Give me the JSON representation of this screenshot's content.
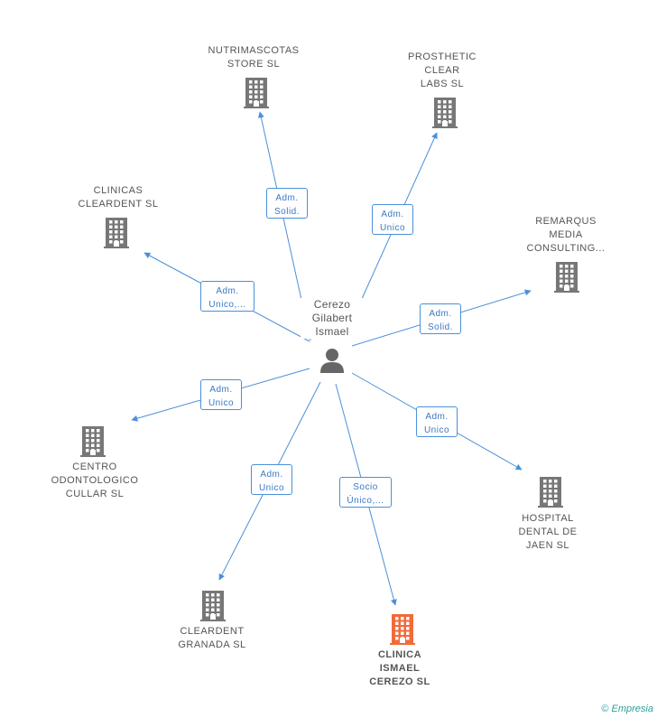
{
  "center": {
    "label": "Cerezo\nGilabert\nIsmael",
    "icon": "person-icon"
  },
  "nodes": [
    {
      "id": "nutrimascotas",
      "label": "NUTRIMASCOTAS\nSTORE SL",
      "icon": "building-icon"
    },
    {
      "id": "prosthetic",
      "label": "PROSTHETIC\nCLEAR\nLABS SL",
      "icon": "building-icon"
    },
    {
      "id": "clinicas-cleardent",
      "label": "CLINICAS\nCLEARDENT SL",
      "icon": "building-icon"
    },
    {
      "id": "remarqus",
      "label": "REMARQUS\nMEDIA\nCONSULTING...",
      "icon": "building-icon"
    },
    {
      "id": "centro-odontologico",
      "label": "CENTRO\nODONTOLOGICO\nCULLAR SL",
      "icon": "building-icon"
    },
    {
      "id": "hospital-dental",
      "label": "HOSPITAL\nDENTAL DE\nJAEN SL",
      "icon": "building-icon"
    },
    {
      "id": "cleardent-granada",
      "label": "CLEARDENT\nGRANADA SL",
      "icon": "building-icon"
    },
    {
      "id": "clinica-ismael",
      "label": "CLINICA\nISMAEL\nCEREZO SL",
      "icon": "building-icon",
      "highlight": true
    }
  ],
  "edges": [
    {
      "to": "nutrimascotas",
      "label": "Adm.\nSolid."
    },
    {
      "to": "prosthetic",
      "label": "Adm.\nUnico"
    },
    {
      "to": "clinicas-cleardent",
      "label": "Adm.\nUnico,..."
    },
    {
      "to": "remarqus",
      "label": "Adm.\nSolid."
    },
    {
      "to": "centro-odontologico",
      "label": "Adm.\nUnico"
    },
    {
      "to": "hospital-dental",
      "label": "Adm.\nUnico"
    },
    {
      "to": "cleardent-granada",
      "label": "Adm.\nUnico"
    },
    {
      "to": "clinica-ismael",
      "label": "Socio\nÚnico,..."
    }
  ],
  "colors": {
    "edge": "#4a90d9",
    "building": "#777777",
    "highlight_building": "#f26a3a",
    "person": "#666666"
  },
  "footer": {
    "copyright": "©",
    "brand": "Empresia"
  }
}
